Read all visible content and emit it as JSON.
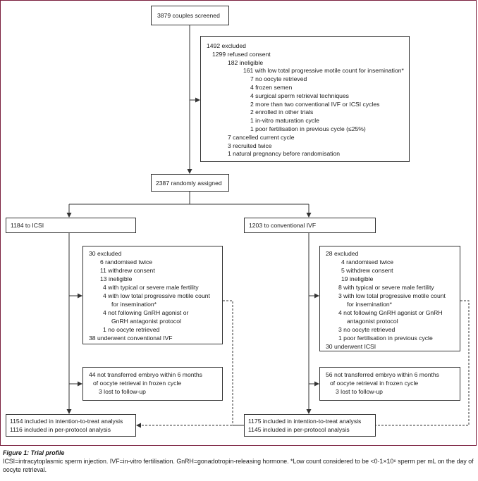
{
  "screened": "3879 couples screened",
  "excluded_main": {
    "lines": [
      {
        "t": "1492 excluded",
        "i": 0
      },
      {
        "t": "1299 refused consent",
        "i": 1
      },
      {
        "t": "182 ineligible",
        "i": 2
      },
      {
        "t": "161 with low total progressive motile count for insemination*",
        "i": 3
      },
      {
        "t": "7 no oocyte retrieved",
        "i": 4
      },
      {
        "t": "4 frozen semen",
        "i": 4
      },
      {
        "t": "4 surgical sperm retrieval techniques",
        "i": 4
      },
      {
        "t": "2 more than two conventional IVF or ICSI cycles",
        "i": 4
      },
      {
        "t": "2 enrolled in other trials",
        "i": 4
      },
      {
        "t": "1 in-vitro maturation cycle",
        "i": 4
      },
      {
        "t": "1 poor fertilisation in previous cycle (≤25%)",
        "i": 4
      },
      {
        "t": "7 cancelled current cycle",
        "i": 2
      },
      {
        "t": "3 recruited twice",
        "i": 2
      },
      {
        "t": "1 natural pregnancy before randomisation",
        "i": 2
      }
    ]
  },
  "randomised": "2387 randomly assigned",
  "icsi": {
    "arm": "1184 to ICSI",
    "excluded": [
      {
        "t": "30 excluded",
        "i": 0
      },
      {
        "t": "6 randomised twice",
        "i": 1
      },
      {
        "t": "11 withdrew consent",
        "i": 1
      },
      {
        "t": "13 ineligible",
        "i": 1
      },
      {
        "t": "4 with typical or severe male fertility",
        "i": 2
      },
      {
        "t": "4 with low total progressive motile count",
        "i": 2
      },
      {
        "t": "for insemination*",
        "i": 3
      },
      {
        "t": "4 not following GnRH agonist or",
        "i": 2
      },
      {
        "t": "GnRH antagonist protocol",
        "i": 3
      },
      {
        "t": "1 no oocyte retrieved",
        "i": 2
      },
      {
        "t": "38 underwent conventional IVF",
        "i": 0
      }
    ],
    "not_transferred": [
      {
        "t": "44 not transferred embryo within 6 months",
        "i": 0
      },
      {
        "t": "of oocyte retrieval in frozen cycle",
        "i": 1
      },
      {
        "t": "3 lost to follow-up",
        "i": 2
      }
    ],
    "final": [
      "1154 included in intention-to-treat analysis",
      "1116 included in per-protocol analysis"
    ]
  },
  "ivf": {
    "arm": "1203 to conventional IVF",
    "excluded": [
      {
        "t": "28 excluded",
        "i": 0
      },
      {
        "t": "4 randomised twice",
        "i": 1
      },
      {
        "t": "5 withdrew consent",
        "i": 1
      },
      {
        "t": "19 ineligible",
        "i": 1
      },
      {
        "t": "8 with typical or severe male fertility",
        "i": 2
      },
      {
        "t": "3 with low total progressive motile count",
        "i": 2
      },
      {
        "t": "for insemination*",
        "i": 3
      },
      {
        "t": "4 not following GnRH agonist or GnRH",
        "i": 2
      },
      {
        "t": "antagonist protocol",
        "i": 3
      },
      {
        "t": "3 no oocyte retrieved",
        "i": 2
      },
      {
        "t": "1 poor fertilisation in previous cycle",
        "i": 2
      },
      {
        "t": "30 underwent ICSI",
        "i": 0
      }
    ],
    "not_transferred": [
      {
        "t": "56 not transferred embryo within 6 months",
        "i": 0
      },
      {
        "t": "of oocyte retrieval in frozen cycle",
        "i": 1
      },
      {
        "t": "3 lost to follow-up",
        "i": 2
      }
    ],
    "final": [
      "1175 included in intention-to-treat analysis",
      "1145 included in per-protocol analysis"
    ]
  },
  "caption": {
    "title": "Figure 1: Trial profile",
    "text": "ICSI=intracytoplasmic sperm injection. IVF=in-vitro fertilisation. GnRH=gonadotropin-releasing hormone. *Low count considered to be <0·1×10⁶ sperm per mL on the day of oocyte retrieval."
  },
  "colors": {
    "frame": "#7a1f3d",
    "line": "#333333"
  }
}
